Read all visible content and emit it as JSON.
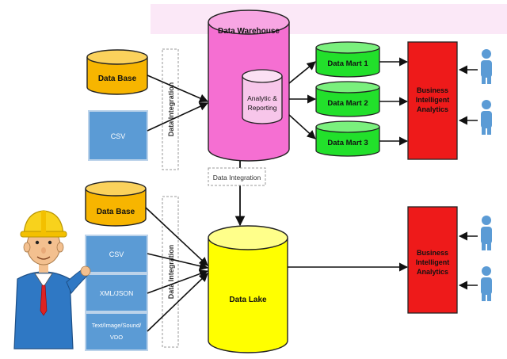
{
  "colors": {
    "warehouse": "#f56fd2",
    "warehouse_top": "#f8a6e3",
    "analytic": "#f7c6ea",
    "mart": "#22e02b",
    "mart_top": "#7af07d",
    "database": "#f7b500",
    "database_top": "#fbd25c",
    "lake": "#ffff00",
    "lake_top": "#ffff8a",
    "bi": "#ee1a1a",
    "file_box": "#5b9bd5",
    "person": "#5b9bd5",
    "banner": "#fbe8f7"
  },
  "top": {
    "database": "Data  Base",
    "csv": "CSV",
    "integration": "Data Integration",
    "warehouse": "Data Warehouse",
    "analytic": [
      "Analytic &",
      "Reporting"
    ],
    "marts": [
      "Data  Mart 1",
      "Data  Mart 2",
      "Data  Mart 3"
    ],
    "bi": [
      "Business",
      "Intelligent",
      "Analytics"
    ]
  },
  "middle": {
    "integration": "Data Integration"
  },
  "bottom": {
    "database": "Data  Base",
    "csv": "CSV",
    "xml": "XML/JSON",
    "media": [
      "Text/Image/Sound/",
      "VDO"
    ],
    "integration": "Data Integration",
    "lake": "Data Lake",
    "bi": [
      "Business",
      "Intelligent",
      "Analytics"
    ]
  },
  "icons": {
    "users_top": "user-icon",
    "users_bottom": "user-icon",
    "mascot": "engineer-hardhat-icon"
  }
}
